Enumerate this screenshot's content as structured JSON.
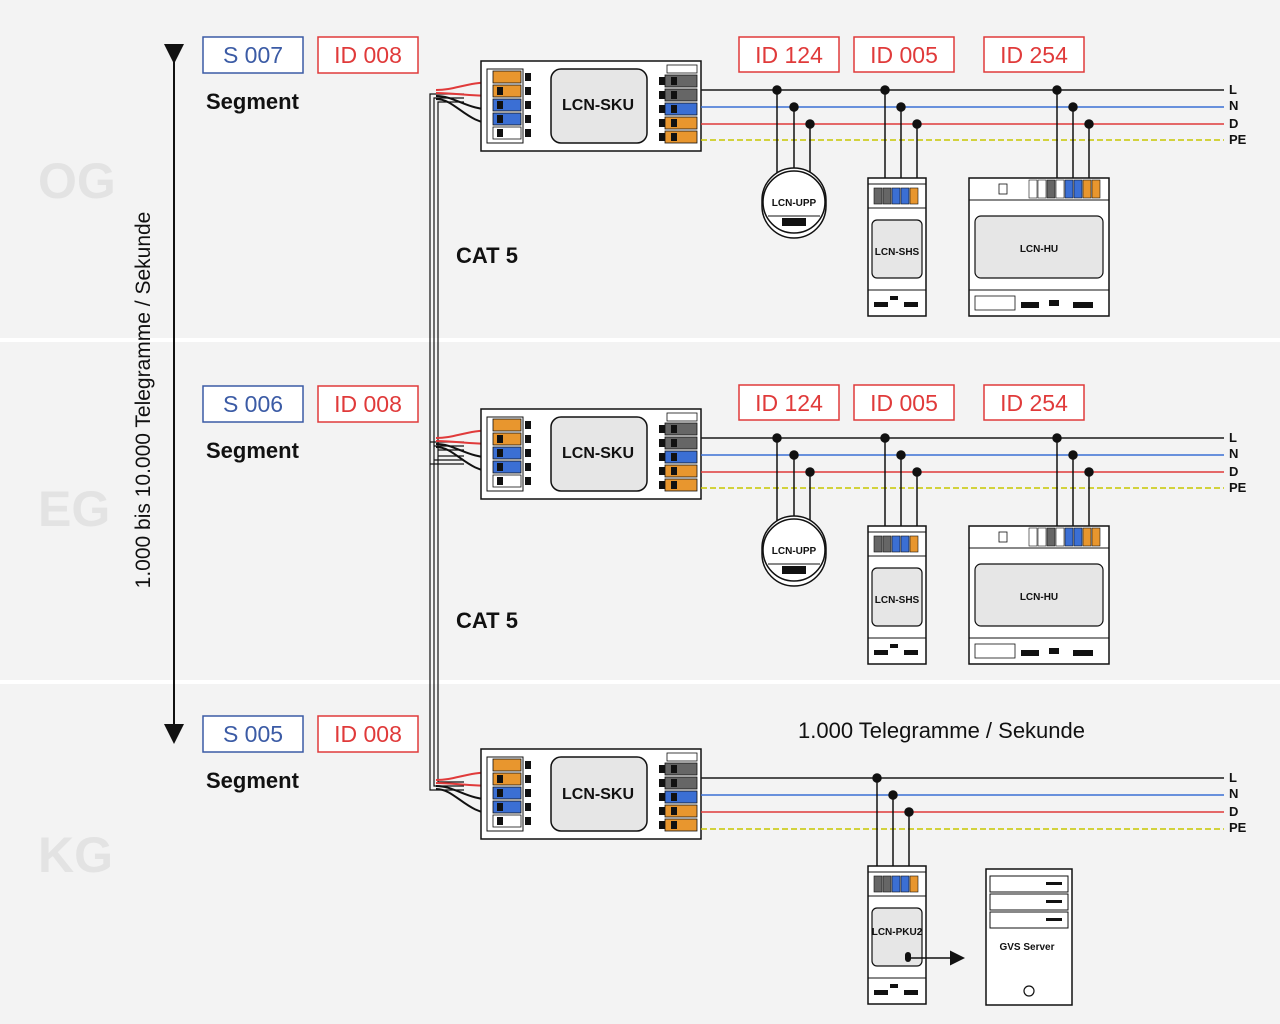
{
  "axis_label": "1.000 bis 10.000 Telegramme / Sekunde",
  "cable_label": "CAT 5",
  "rate_label": "1.000 Telegramme / Sekunde",
  "floors": [
    {
      "name": "OG",
      "segment": {
        "s_id": "S 007",
        "id": "ID 008",
        "label": "Segment"
      },
      "sku": "LCN-SKU",
      "device_ids": [
        "ID 124",
        "ID 005",
        "ID 254"
      ],
      "devices": [
        "LCN-UPP",
        "LCN-SHS",
        "LCN-HU"
      ]
    },
    {
      "name": "EG",
      "segment": {
        "s_id": "S 006",
        "id": "ID 008",
        "label": "Segment"
      },
      "sku": "LCN-SKU",
      "device_ids": [
        "ID 124",
        "ID 005",
        "ID 254"
      ],
      "devices": [
        "LCN-UPP",
        "LCN-SHS",
        "LCN-HU"
      ]
    },
    {
      "name": "KG",
      "segment": {
        "s_id": "S 005",
        "id": "ID 008",
        "label": "Segment"
      },
      "sku": "LCN-SKU",
      "devices": [
        "LCN-PKU2",
        "GVS Server"
      ]
    }
  ],
  "wire_labels": [
    "L",
    "N",
    "D",
    "PE"
  ],
  "colors": {
    "band": "#f3f3f3",
    "segment_blue": "#3b5ba5",
    "id_red": "#e03a3a",
    "wire_L": "#1a1a1a",
    "wire_N": "#3b6fd4",
    "wire_D": "#e03a3a",
    "wire_PE": "#c8c800",
    "terminal_orange": "#e8962e",
    "terminal_blue": "#3b6fd4",
    "terminal_grey": "#666666"
  }
}
